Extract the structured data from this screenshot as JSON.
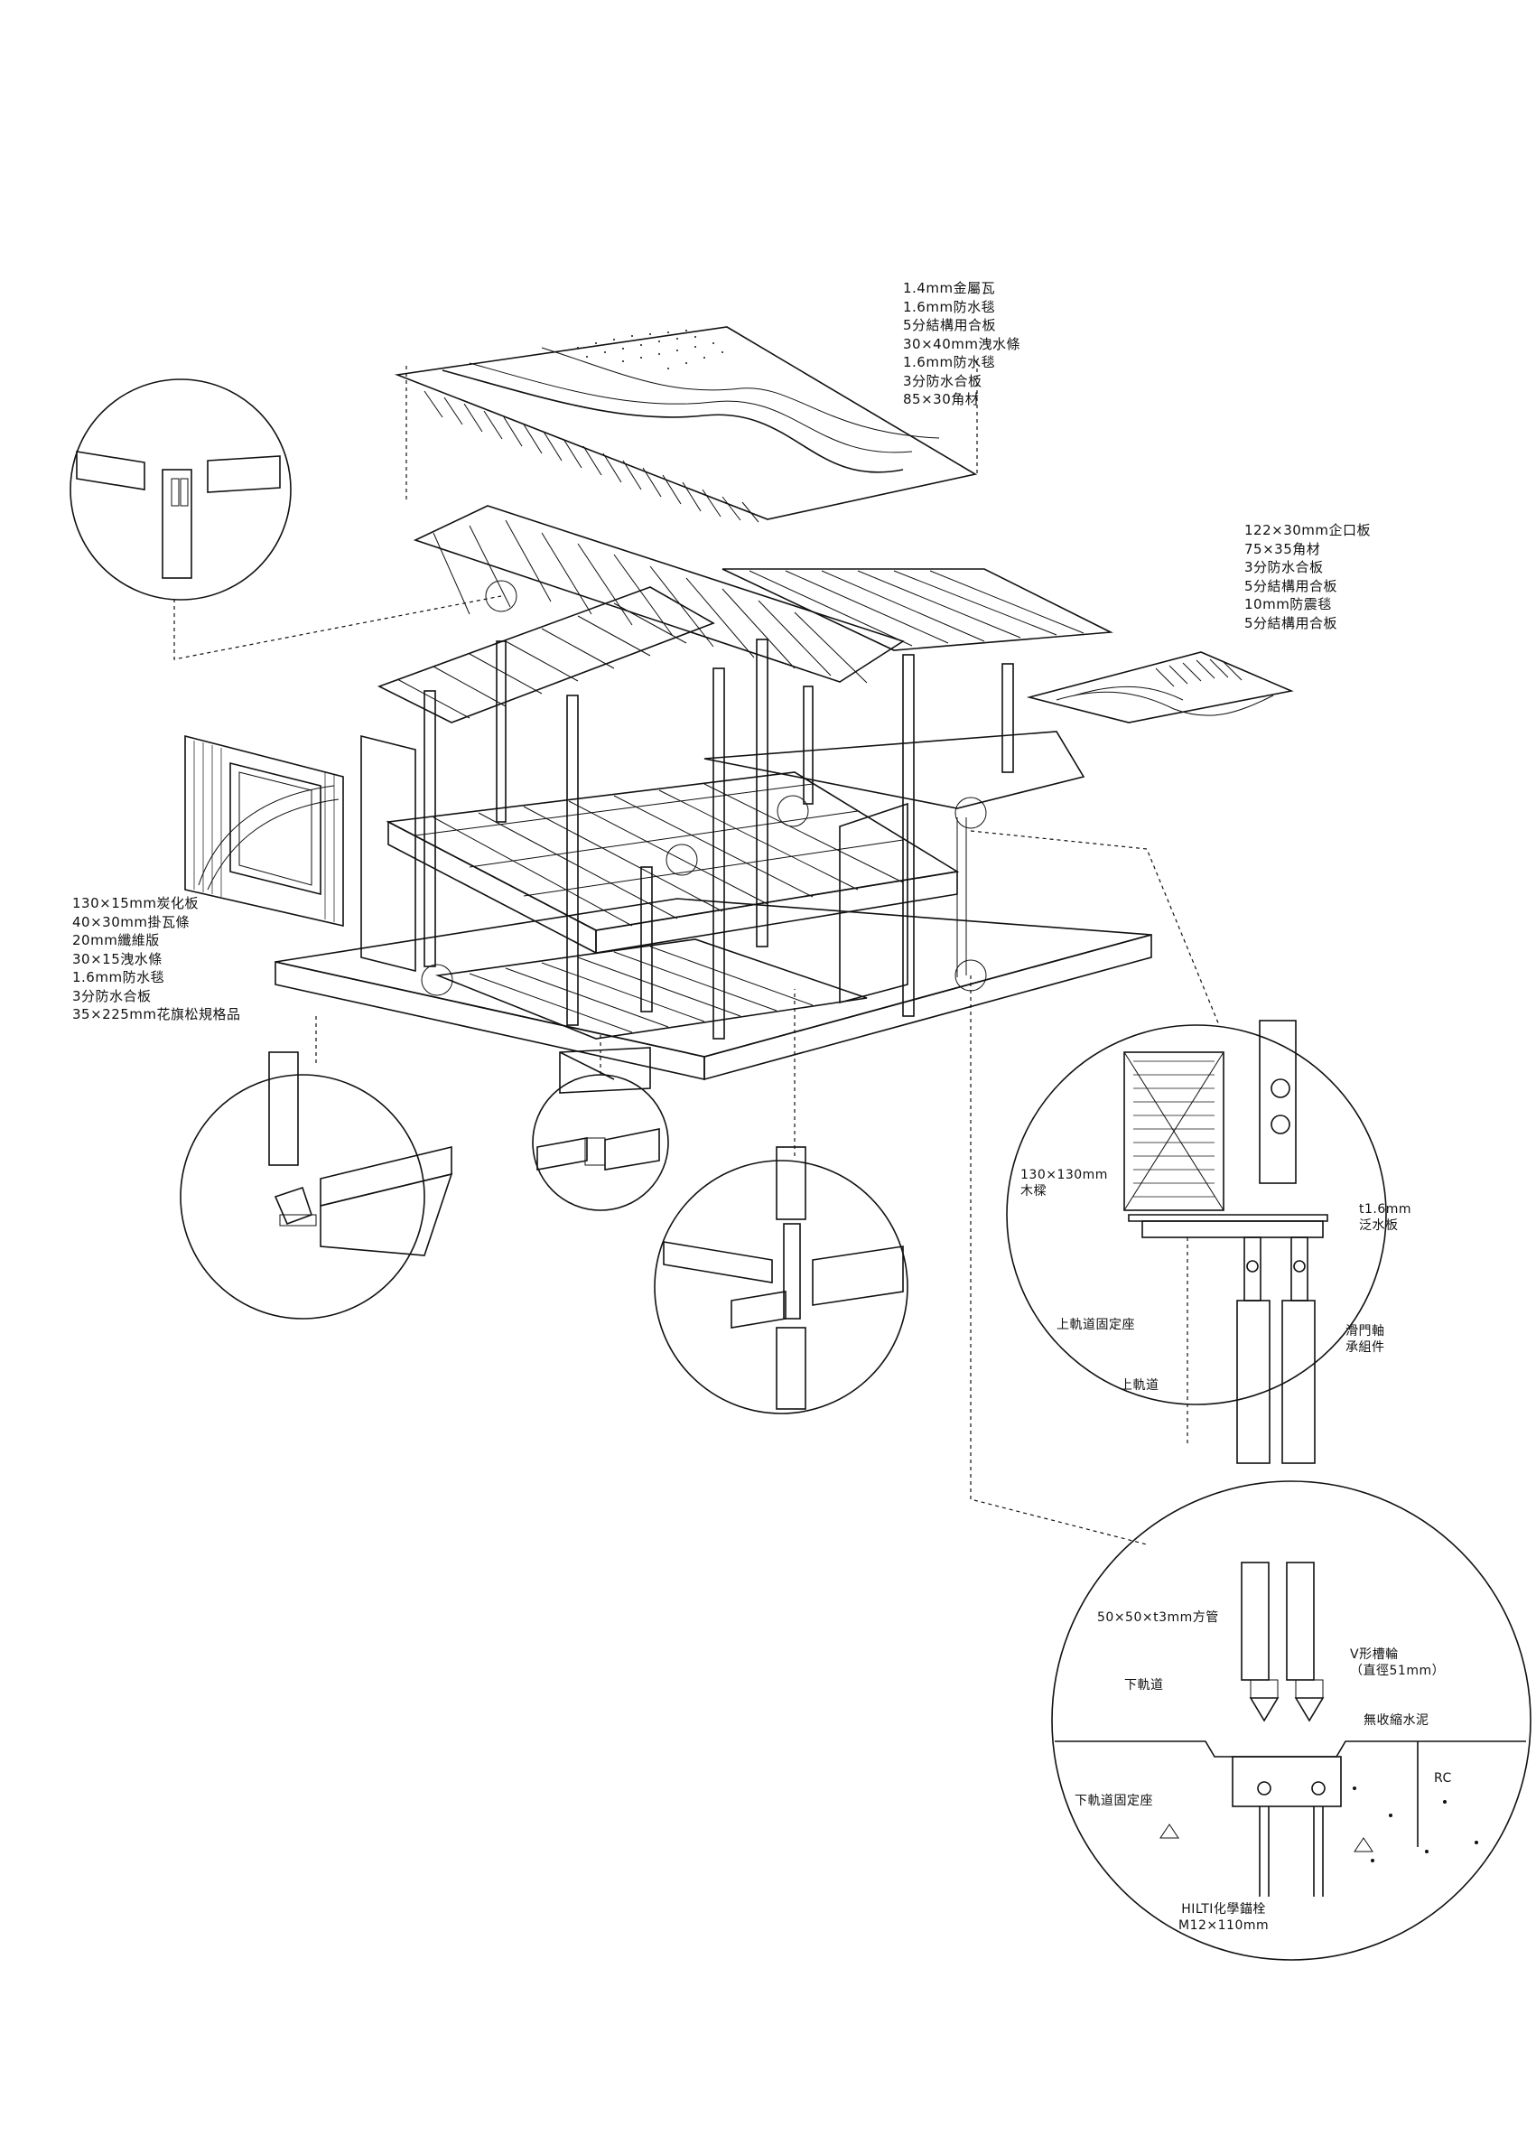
{
  "roof_notes": [
    "1.4mm金屬瓦",
    "1.6mm防水毯",
    "5分結構用合板",
    "30×40mm洩水條",
    "1.6mm防水毯",
    "3分防水合板",
    "85×30角材"
  ],
  "floor_notes": [
    "122×30mm企口板",
    "75×35角材",
    "3分防水合板",
    "5分結構用合板",
    "10mm防震毯",
    "5分結構用合板"
  ],
  "wall_notes": [
    "130×15mm炭化板",
    "40×30mm掛瓦條",
    "20mm纖維版",
    "30×15洩水條",
    "1.6mm防水毯",
    "3分防水合板",
    "35×225mm花旗松規格品"
  ],
  "detail_upper": {
    "wood_beam": [
      "130×130mm",
      "木樑"
    ],
    "flashing": [
      "t1.6mm",
      "泛水板"
    ],
    "upper_rail_base": "上軌道固定座",
    "upper_rail": "上軌道",
    "sliding_bearing": [
      "滑門軸",
      "承組件"
    ]
  },
  "detail_lower": {
    "square_tube": "50×50×t3mm方管",
    "v_wheel": [
      "V形槽輪",
      "（直徑51mm）"
    ],
    "lower_rail": "下軌道",
    "grout": "無收縮水泥",
    "rc": "RC",
    "lower_rail_base": "下軌道固定座",
    "anchor": [
      "HILTI化學錨栓",
      "M12×110mm"
    ]
  }
}
